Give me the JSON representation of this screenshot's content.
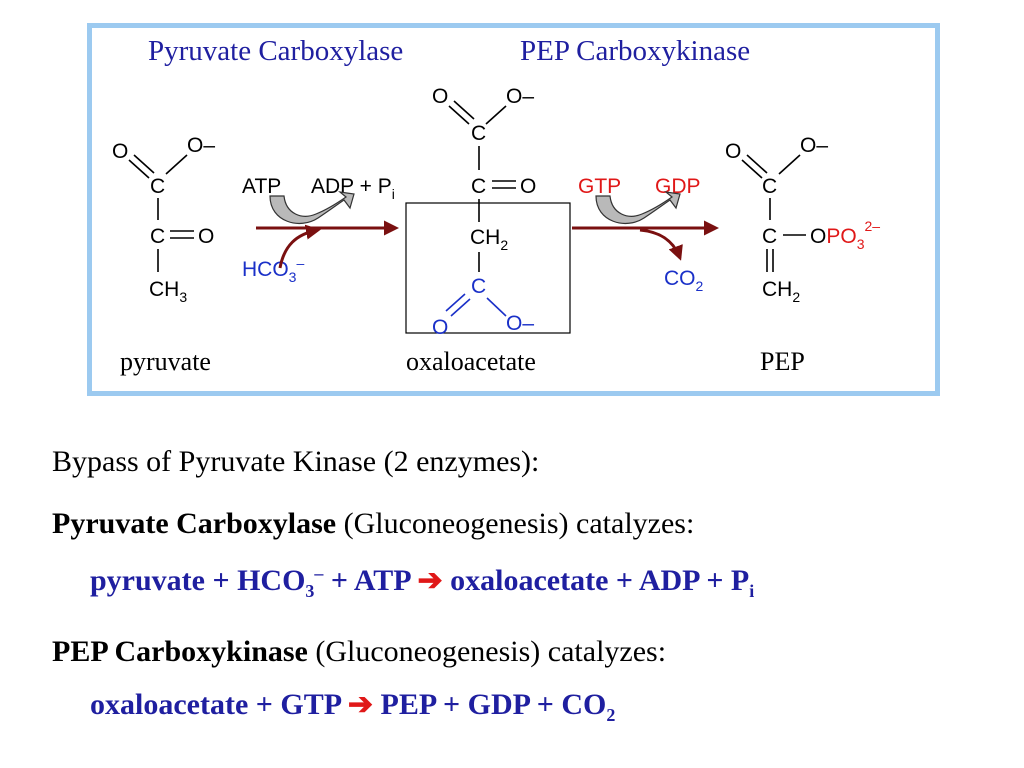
{
  "scheme": {
    "enzyme1": "Pyruvate Carboxylase",
    "enzyme2": "PEP Carboxykinase",
    "captions": {
      "left": "pyruvate",
      "middle": "oxaloacetate",
      "right": "PEP"
    },
    "reagents": {
      "atp": "ATP",
      "adp_pi": "ADP + P",
      "pi_sub": "i",
      "hco3": "HCO",
      "hco3_sub": "3",
      "hco3_sup": "–",
      "gtp": "GTP",
      "gdp": "GDP",
      "co2": "CO",
      "co2_sub": "2"
    },
    "atoms": {
      "o": "O",
      "o_minus": "O–",
      "c": "C",
      "ch3": "CH",
      "ch2": "CH",
      "sub3": "3",
      "sub2": "2",
      "opo3_o": "O",
      "opo3_po": "PO",
      "opo3_sub": "3",
      "opo3_sup": "2–"
    }
  },
  "text": {
    "heading": "Bypass of Pyruvate Kinase (2 enzymes):",
    "pc_name": "Pyruvate Carboxylase",
    "pc_rest": " (Gluconeogenesis) catalyzes:",
    "rxn1_a": "pyruvate + HCO",
    "rxn1_sub": "3",
    "rxn1_sup": "–",
    "rxn1_b": " + ATP ",
    "arrow": "➔",
    "rxn1_c": " oxaloacetate + ADP + P",
    "rxn1_sub2": "i",
    "pepck_name": "PEP Carboxykinase",
    "pepck_rest": " (Gluconeogenesis) catalyzes:",
    "rxn2_a": "oxaloacetate + GTP ",
    "rxn2_c": " PEP + GDP + CO",
    "rxn2_sub": "2"
  }
}
